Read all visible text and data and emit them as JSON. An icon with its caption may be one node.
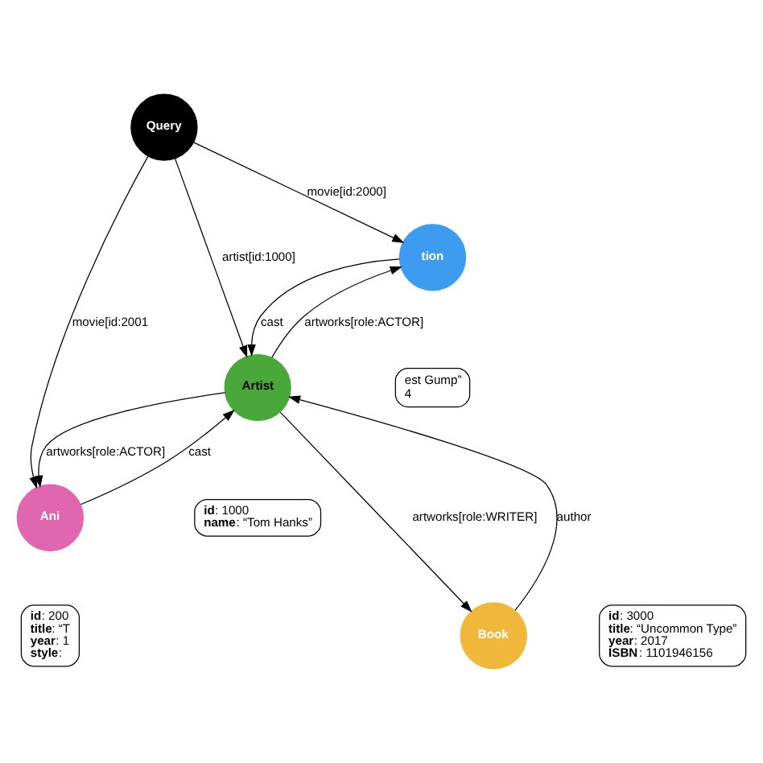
{
  "diagram": {
    "nodes": [
      {
        "text": [
          "Query"
        ]
      },
      {
        "text": [
          "tion"
        ]
      },
      {
        "text": [
          "Artist"
        ]
      },
      {
        "text": [
          "Ani"
        ]
      },
      {
        "text": [
          "est Gump”",
          "4"
        ]
      },
      {
        "text": [
          "**id**: 1000",
          "**name**: “Tom Hanks”"
        ]
      },
      {
        "text": [
          "**id**: 200",
          "**title**: “T",
          "**year**: 1",
          "**style**:"
        ]
      },
      {
        "text": [
          "Book"
        ]
      },
      {
        "text": [
          "**id**: 3000",
          "**title**: “Uncommon Type”",
          "**year**: 2017",
          "**ISBN**: 1101946156"
        ]
      }
    ],
    "edges": [
      {
        "from": 0,
        "to": 1,
        "arrow": "to",
        "label": "movie[id:2000]"
      },
      {
        "from": 0,
        "to": 2,
        "arrow": "to",
        "label": "artist[id:1000]"
      },
      {
        "from": 0,
        "to": 3,
        "arrow": "to",
        "label": "movie[id:2001"
      },
      {
        "from": 2,
        "to": 1,
        "arrow": "to",
        "label": "artworks[role:ACTOR]"
      },
      {
        "from": 1,
        "to": 2,
        "arrow": "to",
        "label": "cast"
      },
      {
        "from": 2,
        "to": 3,
        "arrow": "to",
        "label": "artworks[role:ACTOR]"
      },
      {
        "from": 3,
        "to": 2,
        "arrow": "to",
        "label": "cast"
      },
      {
        "from": 2,
        "to": 7,
        "arrow": "to",
        "label": "artworks[role:WRITER]"
      },
      {
        "from": 7,
        "to": 2,
        "arrow": "to",
        "label": "author"
      }
    ]
  }
}
